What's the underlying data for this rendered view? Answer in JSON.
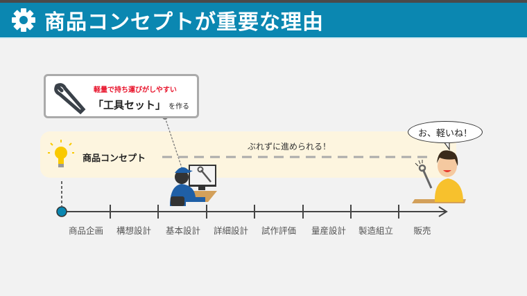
{
  "header": {
    "title": "商品コンセプトが重要な理由",
    "icon": "gear-icon"
  },
  "callout": {
    "subtitle": "軽量で持ち運びがしやすい",
    "main": "「工具セット」",
    "suffix": "を作る",
    "icon": "wrench-icon"
  },
  "concept": {
    "label": "商品コンセプト",
    "icon": "lightbulb-icon",
    "message": "ぶれずに進められる！"
  },
  "customer": {
    "speech": "お、軽いね！"
  },
  "timeline": {
    "stages": [
      "商品企画",
      "構想設計",
      "基本設計",
      "詳細設計",
      "試作評価",
      "量産設計",
      "製造組立",
      "販売"
    ]
  },
  "colors": {
    "header": "#0b87b1",
    "accent_red": "#e8132b",
    "band": "#fdf5df"
  }
}
